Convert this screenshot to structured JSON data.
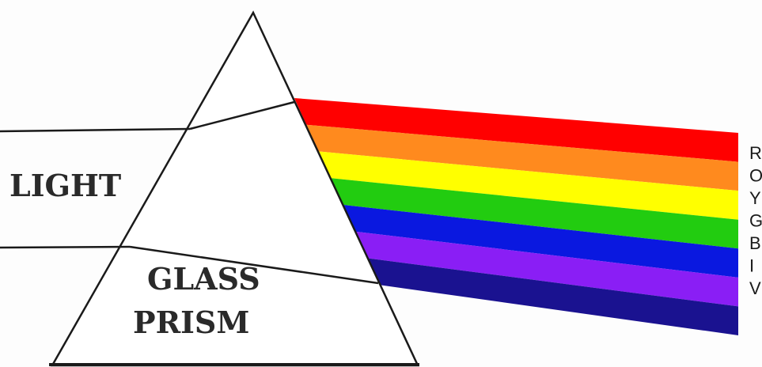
{
  "labels": {
    "light": "LIGHT",
    "glass": "GLASS",
    "prism": "PRISM"
  },
  "spectrum": [
    {
      "key": "R",
      "color": "#ff0000"
    },
    {
      "key": "O",
      "color": "#ff8a1e"
    },
    {
      "key": "Y",
      "color": "#ffff00"
    },
    {
      "key": "G",
      "color": "#22cc10"
    },
    {
      "key": "B",
      "color": "#0a18e0"
    },
    {
      "key": "I",
      "color": "#8a1ef5"
    },
    {
      "key": "V",
      "color": "#1a1290"
    }
  ],
  "colors": {
    "line": "#1a1a1a",
    "prism_fill": "#ffffff"
  }
}
